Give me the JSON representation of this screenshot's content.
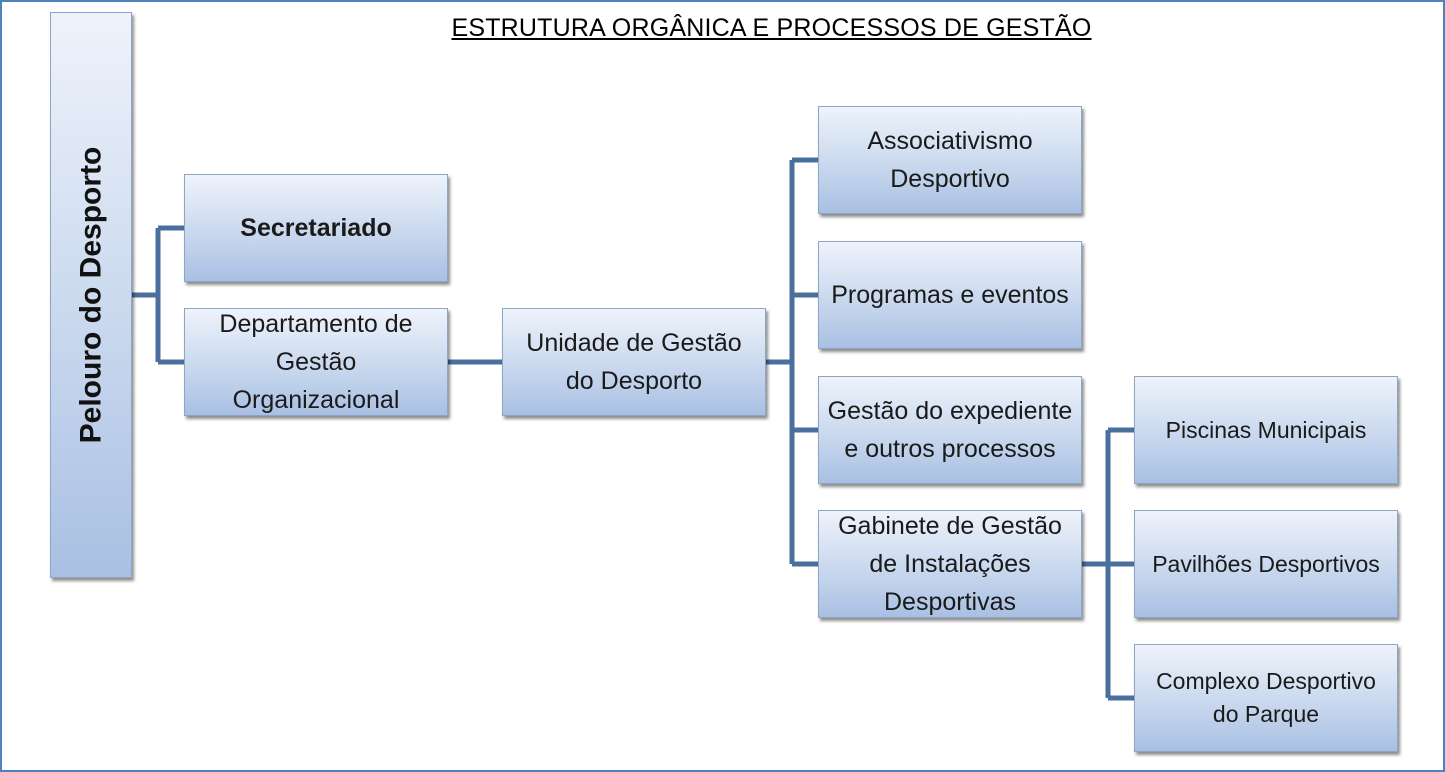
{
  "title": "ESTRUTURA ORGÂNICA E PROCESSOS DE GESTÃO",
  "nodes": {
    "pelouro": "Pelouro do Desporto",
    "secretariado": "Secretariado",
    "departamento": "Departamento de Gestão Organizacional",
    "unidade": "Unidade de Gestão do Desporto",
    "associativismo": "Associativismo Desportivo",
    "programas": "Programas e eventos",
    "expediente": "Gestão do expediente e outros processos",
    "gabinete": "Gabinete de Gestão de Instalações Desportivas",
    "piscinas": "Piscinas Municipais",
    "pavilhoes": "Pavilhões Desportivos",
    "complexo": "Complexo Desportivo do Parque"
  },
  "colors": {
    "border": "#4f81bd",
    "connector": "#4a6f9c",
    "box_top": "#eef3fb",
    "box_bottom": "#a9c0e3"
  }
}
